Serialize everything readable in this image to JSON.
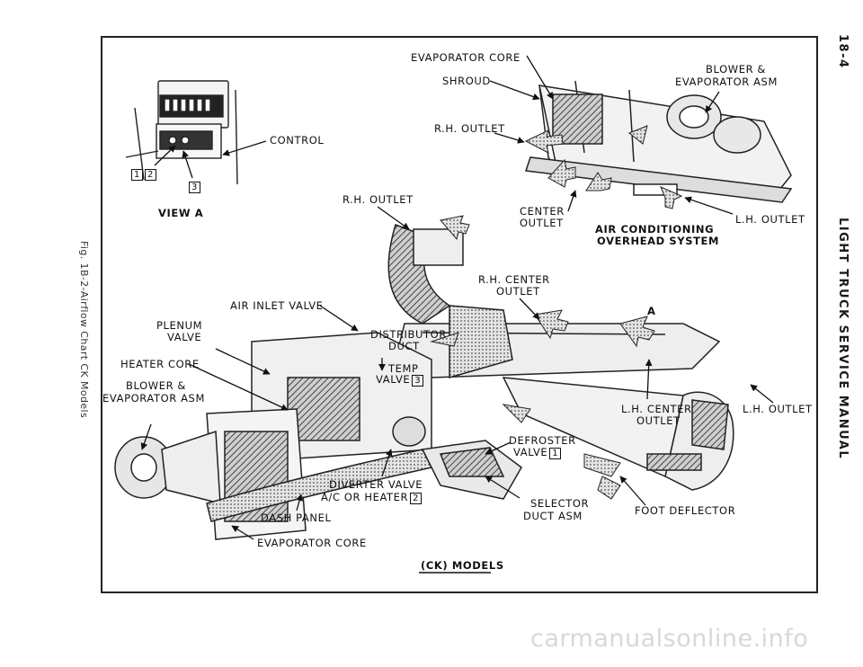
{
  "page": {
    "page_number": "18-4",
    "manual_title": "LIGHT TRUCK SERVICE MANUAL",
    "figure_caption": "Fig. 1B-2-Airflow Chart CK Models",
    "watermark": "carmanualsonline.info"
  },
  "view_a": {
    "title": "VIEW A",
    "control_label": "CONTROL",
    "callouts": [
      "1",
      "2",
      "3"
    ]
  },
  "overhead": {
    "title_line1": "AIR CONDITIONING",
    "title_line2": "OVERHEAD SYSTEM",
    "labels": {
      "evaporator_core": "EVAPORATOR CORE",
      "shroud": "SHROUD",
      "blower_line1": "BLOWER &",
      "blower_line2": "EVAPORATOR ASM",
      "rh_outlet": "R.H. OUTLET",
      "center_line1": "CENTER",
      "center_line2": "OUTLET",
      "lh_outlet": "L.H. OUTLET"
    }
  },
  "ck": {
    "title": "(CK) MODELS",
    "labels": {
      "rh_outlet": "R.H. OUTLET",
      "rh_center_line1": "R.H. CENTER",
      "rh_center_line2": "OUTLET",
      "air_inlet_valve": "AIR INLET VALVE",
      "plenum_line1": "PLENUM",
      "plenum_line2": "VALVE",
      "distributor_line1": "DISTRIBUTOR",
      "distributor_line2": "DUCT",
      "heater_core": "HEATER CORE",
      "blower_line1": "BLOWER &",
      "blower_line2": "EVAPORATOR ASM",
      "temp_line1": "TEMP",
      "temp_line2": "VALVE",
      "temp_num": "3",
      "lh_center_line1": "L.H. CENTER",
      "lh_center_line2": "OUTLET",
      "lh_outlet": "L.H. OUTLET",
      "view_marker": "A",
      "defroster_line1": "DEFROSTER",
      "defroster_line2": "VALVE",
      "defroster_num": "1",
      "diverter_line1": "DIVERTER VALVE",
      "diverter_line2": "A/C OR HEATER",
      "diverter_num": "2",
      "selector_line1": "SELECTOR",
      "selector_line2": "DUCT  ASM",
      "foot_deflector": "FOOT DEFLECTOR",
      "dash_panel": "DASH PANEL",
      "evaporator_core": "EVAPORATOR CORE"
    }
  }
}
